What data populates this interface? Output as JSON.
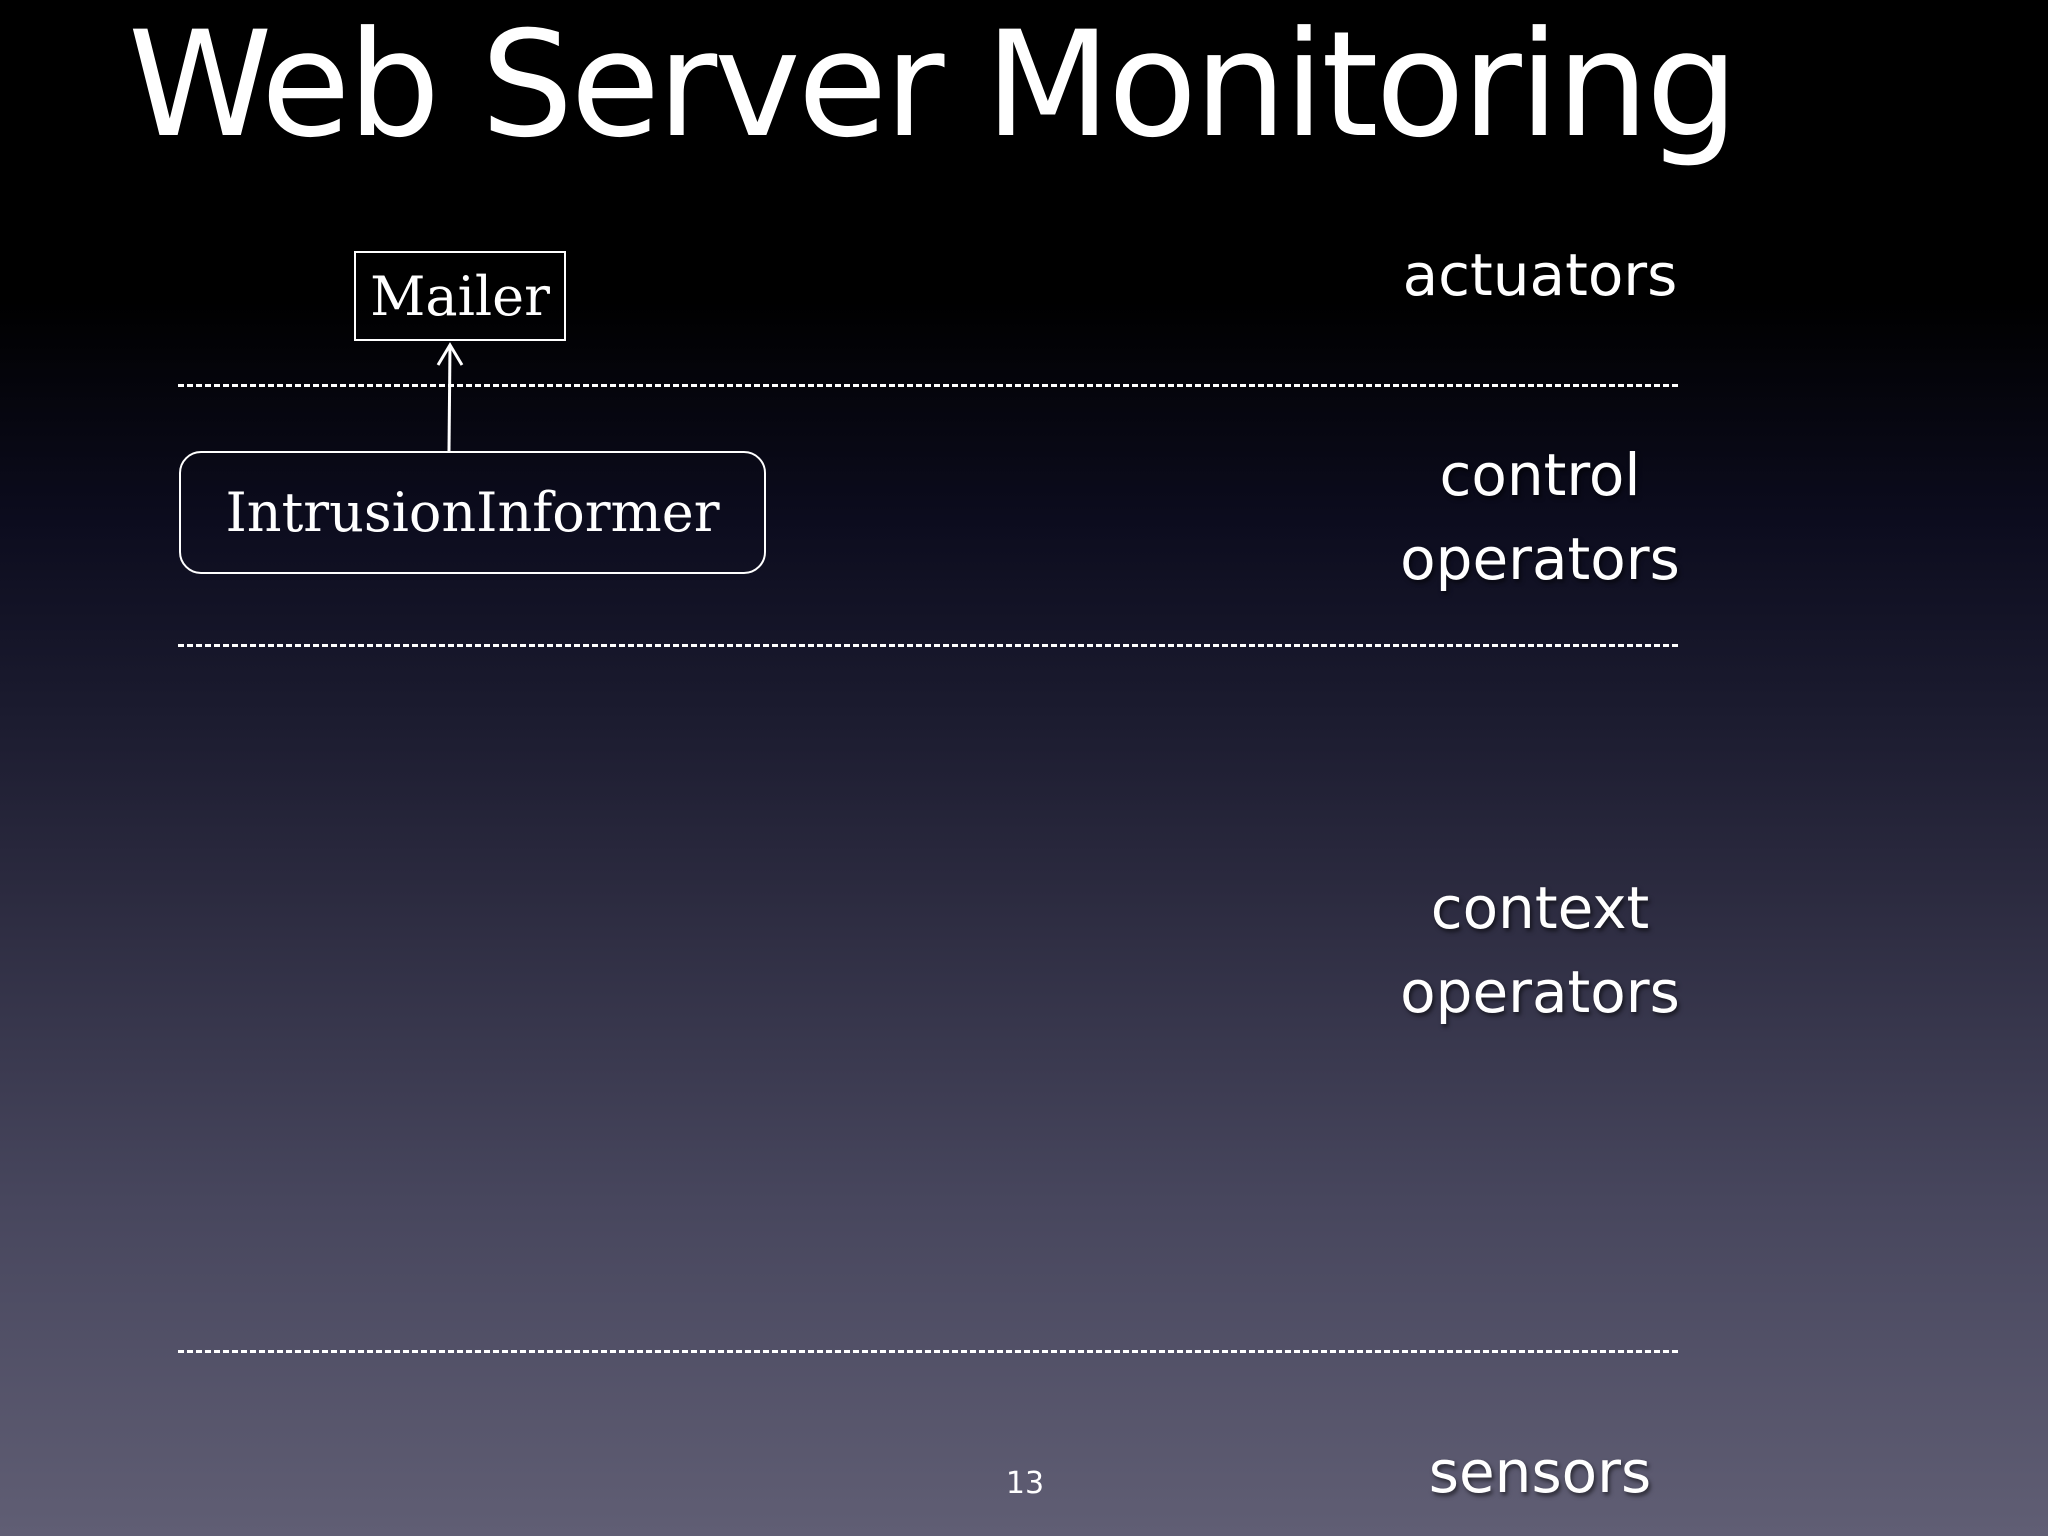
{
  "slide": {
    "title": "Web Server Monitoring",
    "page_number": "13"
  },
  "layers": {
    "actuators": {
      "label": "actuators"
    },
    "control_operators": {
      "line1": "control",
      "line2": "operators"
    },
    "context_operators": {
      "line1": "context",
      "line2": "operators"
    },
    "sensors": {
      "label": "sensors"
    }
  },
  "nodes": {
    "mailer": {
      "label": "Mailer"
    },
    "intrusion_informer": {
      "label": "IntrusionInformer"
    }
  },
  "edges": [
    {
      "from": "IntrusionInformer",
      "to": "Mailer"
    }
  ],
  "colors": {
    "foreground": "#ffffff",
    "background_top": "#000000",
    "background_bottom": "#605e74"
  }
}
